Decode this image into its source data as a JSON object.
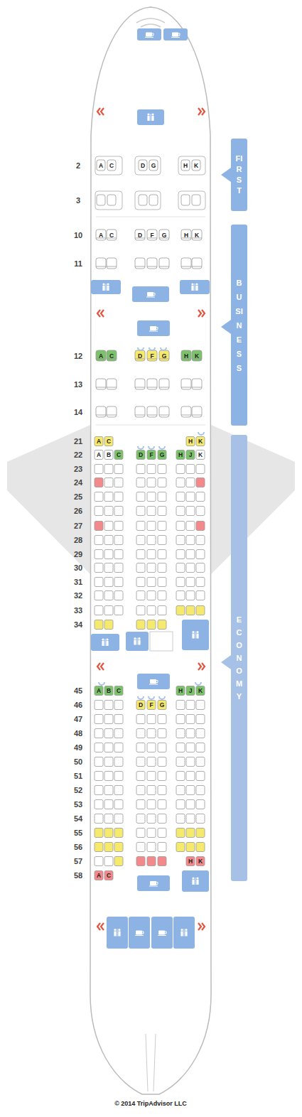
{
  "diagram": {
    "nodes": [
      {
        "text": [
          "FIRST"
        ]
      },
      {
        "text": [
          "BUSINESS"
        ]
      },
      {
        "text": [
          "ECONOMY"
        ]
      }
    ],
    "labels": [
      "2",
      "3",
      "10",
      "11",
      "12",
      "13",
      "14",
      "21",
      "22",
      "23",
      "24",
      "25",
      "26",
      "27",
      "28",
      "29",
      "30",
      "31",
      "32",
      "33",
      "34",
      "45",
      "46",
      "47",
      "48",
      "49",
      "50",
      "51",
      "52",
      "53",
      "54",
      "55",
      "56",
      "57",
      "58",
      "A",
      "C",
      "D",
      "G",
      "H",
      "K",
      "A",
      "C",
      "D",
      "F",
      "G",
      "H",
      "K",
      "A",
      "C",
      "D",
      "F",
      "G",
      "H",
      "K",
      "A",
      "C",
      "H",
      "K",
      "A",
      "B",
      "C",
      "D",
      "F",
      "G",
      "H",
      "J",
      "K",
      "A",
      "B",
      "C",
      "H",
      "J",
      "K",
      "D",
      "F",
      "G",
      "H",
      "K",
      "A",
      "C",
      "© 2014 TripAdvisor LLC"
    ]
  }
}
